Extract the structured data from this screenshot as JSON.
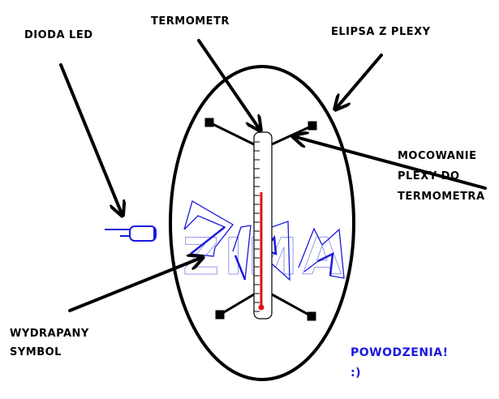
{
  "labels": {
    "led": "DIODA LED",
    "thermometer": "TERMOMETR",
    "ellipse": "ELIPSA Z PLEXY",
    "mount": [
      "MOCOWANIE",
      "PLEXY DO",
      "TERMOMETRA"
    ],
    "symbol": [
      "WYDRAPANY",
      "SYMBOL"
    ],
    "good_luck": "POWODZENIA!",
    "smiley": ":)"
  },
  "scratched_symbol_text": "ZIMA",
  "colors": {
    "ink": "#000000",
    "blue": "#1a1adc",
    "mercury": "#e01010"
  }
}
